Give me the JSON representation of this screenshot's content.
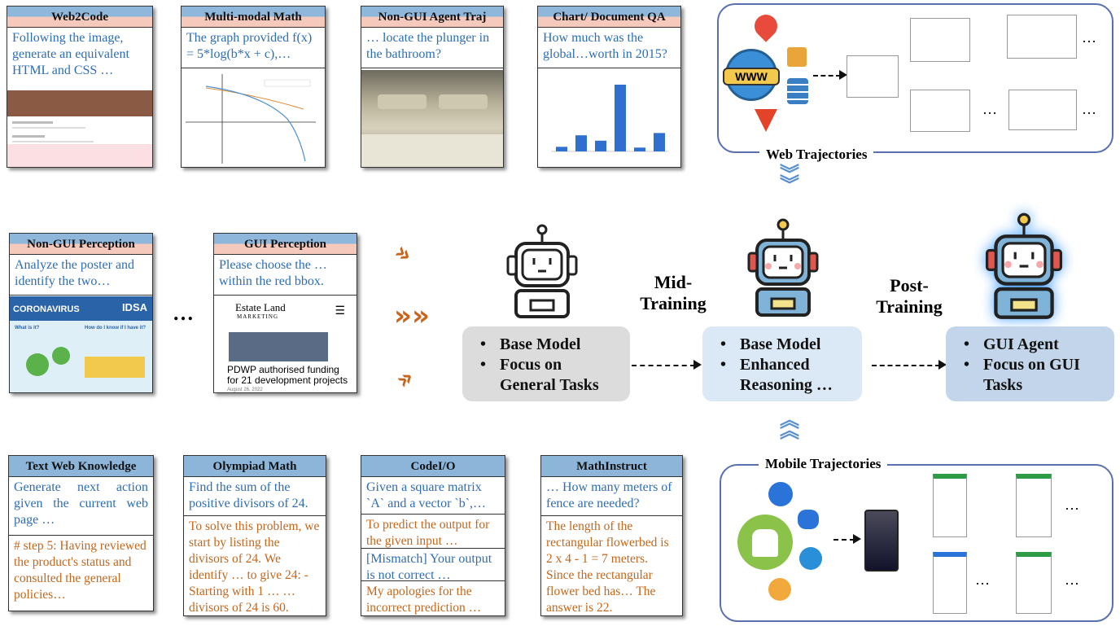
{
  "cards": {
    "web2code": {
      "title": "Web2Code",
      "q": "Following the image, generate an equivalent HTML and CSS …"
    },
    "mm_math": {
      "title": "Multi-modal Math",
      "q": "The graph provided f(x) = 5*log(b*x + c),…"
    },
    "nongui_traj": {
      "title": "Non-GUI Agent Traj",
      "q": "… locate the plunger in the bathroom?"
    },
    "chart_qa": {
      "title": "Chart/ Document QA",
      "q": "How much was the global…worth in 2015?"
    },
    "nongui_perc": {
      "title": "Non-GUI Perception",
      "q": "Analyze the poster and identify the two…"
    },
    "gui_perc": {
      "title": "GUI Perception",
      "q": "Please choose the … within the red bbox."
    },
    "text_web": {
      "title": "Text Web Knowledge",
      "q": "Generate next action given the current web page …",
      "a": "# step 5: Having reviewed the product's status and consulted the general policies…"
    },
    "olympiad": {
      "title": "Olympiad Math",
      "q": "Find the sum of the positive divisors of 24.",
      "a": "To solve this problem, we start by listing the divisors of 24. We identify … to give 24: - Starting with 1 … … divisors of 24 is 60."
    },
    "codeio": {
      "title": "CodeI/O",
      "q": "Given a square matrix `A` and a vector `b`,…",
      "a1": "To predict the output for the given input …",
      "a2": "[Mismatch] Your output is not correct …",
      "a3": "My apologies for the incorrect prediction …"
    },
    "mathinstruct": {
      "title": "MathInstruct",
      "q": "… How many meters of fence are needed?",
      "a": "The length of the rectangular flowerbed is 2 x 4 - 1 = 7 meters. Since the rectangular flower bed has… The answer is 22."
    }
  },
  "poster": {
    "brand": "IDSA",
    "heading": "CORONAVIRUS",
    "sub1": "What is it?",
    "sub2": "How do I know if I have it?"
  },
  "gui_site": {
    "logo": "Estate Land",
    "logo_sub": "MARKETING",
    "headline": "PDWP authorised funding for 21 development projects",
    "date": "August 26, 2022"
  },
  "chart_thumb": {
    "values": [
      0.6,
      2.1,
      1.4,
      8.7,
      0.5,
      2.4
    ]
  },
  "ellipsis": "…",
  "web_panel": {
    "title": "Web Trajectories",
    "www": "WWW",
    "dots": "…"
  },
  "mobile_panel": {
    "title": "Mobile Trajectories",
    "dots": "…"
  },
  "stages": {
    "mid_label": "Mid- Training",
    "post_label": "Post- Training",
    "base": [
      "Base Model",
      "Focus on General Tasks"
    ],
    "enhanced": [
      "Base Model",
      "Enhanced Reasoning …"
    ],
    "gui": [
      "GUI Agent",
      "Focus on GUI Tasks"
    ]
  },
  "colors": {
    "question": "#2e6db4",
    "answer": "#c4661c",
    "arrow": "#c8651b",
    "panel_border": "#5a6fb0"
  }
}
